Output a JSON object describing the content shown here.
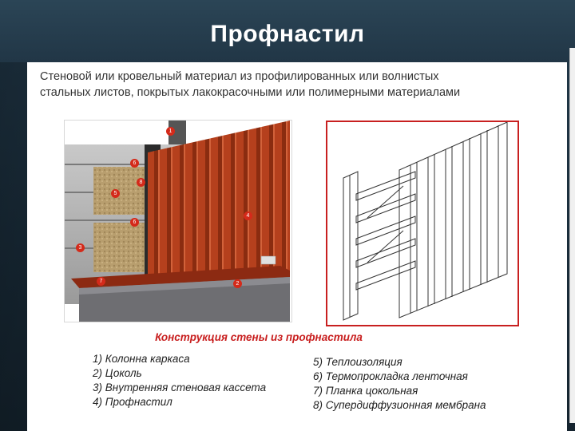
{
  "title": "Профнастил",
  "description": [
    "Стеновой или кровельный материал  из профилированных или волнистых",
    "стальных листов, покрытых лакокрасочными или полимерными материалами"
  ],
  "caption": "Конструкция стены из профнастила",
  "markers": [
    "1",
    "6",
    "8",
    "5",
    "4",
    "6",
    "3",
    "7",
    "2"
  ],
  "legend_left": [
    "1) Колонна каркаса",
    "2) Цоколь",
    "3) Внутренняя стеновая кассета",
    "4) Профнастил"
  ],
  "legend_right": [
    "5) Теплоизоляция",
    "6) Термопрокладка ленточная",
    "7) Планка цокольная",
    "8) Супердиффузионная мембрана"
  ],
  "colors": {
    "profile_sheet": "#b5401d",
    "marker": "#d42a1a",
    "caption": "#c81e1e",
    "frame": "#c82020"
  }
}
